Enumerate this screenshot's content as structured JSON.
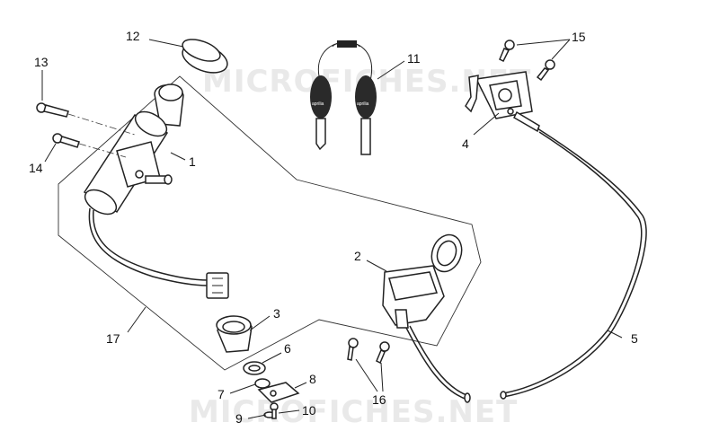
{
  "watermark": "MICROFICHES.NET",
  "callouts": [
    {
      "num": "1"
    },
    {
      "num": "2"
    },
    {
      "num": "3"
    },
    {
      "num": "4"
    },
    {
      "num": "5"
    },
    {
      "num": "6"
    },
    {
      "num": "7"
    },
    {
      "num": "8"
    },
    {
      "num": "9"
    },
    {
      "num": "10"
    },
    {
      "num": "11"
    },
    {
      "num": "12"
    },
    {
      "num": "13"
    },
    {
      "num": "14"
    },
    {
      "num": "15"
    },
    {
      "num": "16"
    },
    {
      "num": "17"
    }
  ],
  "key_brand": "aprilia"
}
